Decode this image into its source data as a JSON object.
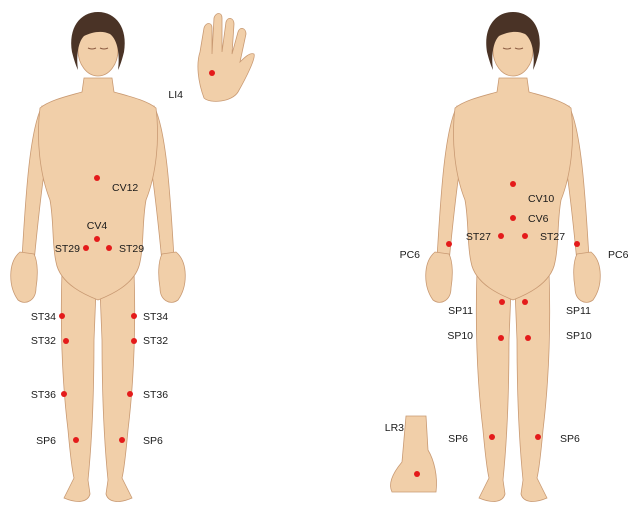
{
  "colors": {
    "skin": "#f1cfa9",
    "skin_edge": "#c99a73",
    "hair": "#4a3326",
    "point": "#e41b1b",
    "label": "#1a1a1a"
  },
  "figures": [
    {
      "view": "left-figure",
      "points": [
        {
          "label": "LI4"
        },
        {
          "label": "CV12"
        },
        {
          "label": "CV4"
        },
        {
          "label": "ST29"
        },
        {
          "label": "ST29"
        },
        {
          "label": "ST34"
        },
        {
          "label": "ST34"
        },
        {
          "label": "ST32"
        },
        {
          "label": "ST32"
        },
        {
          "label": "ST36"
        },
        {
          "label": "ST36"
        },
        {
          "label": "SP6"
        },
        {
          "label": "SP6"
        }
      ]
    },
    {
      "view": "right-figure",
      "points": [
        {
          "label": "CV10"
        },
        {
          "label": "CV6"
        },
        {
          "label": "ST27"
        },
        {
          "label": "ST27"
        },
        {
          "label": "PC6"
        },
        {
          "label": "PC6"
        },
        {
          "label": "SP11"
        },
        {
          "label": "SP11"
        },
        {
          "label": "SP10"
        },
        {
          "label": "SP10"
        },
        {
          "label": "SP6"
        },
        {
          "label": "SP6"
        },
        {
          "label": "LR3"
        }
      ]
    }
  ]
}
